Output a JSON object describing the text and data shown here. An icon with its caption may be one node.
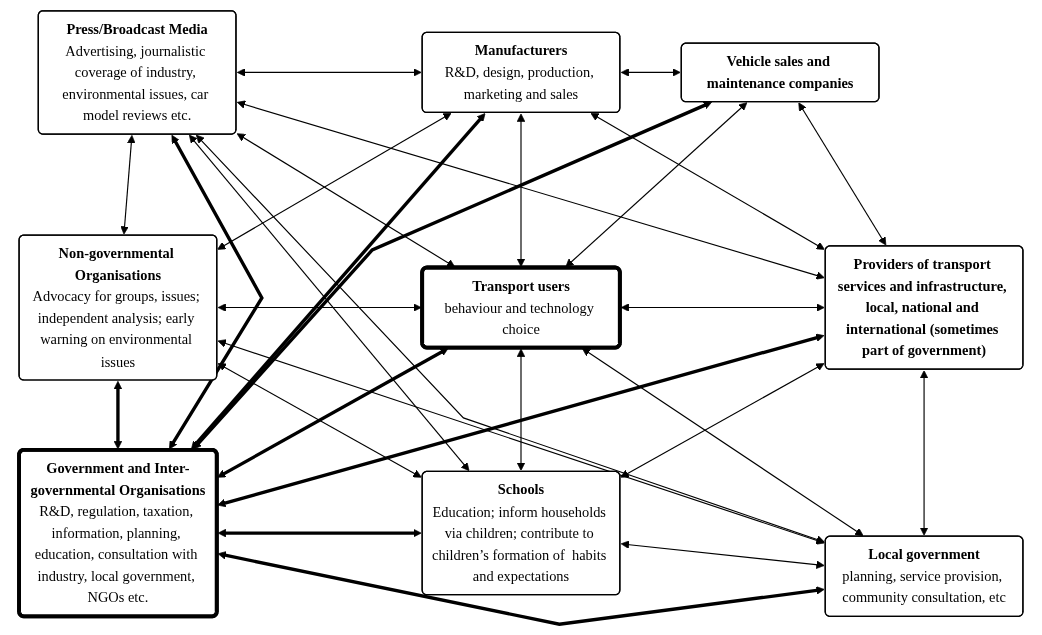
{
  "diagram": {
    "nodes": [
      {
        "text": [
          "Press/Broadcast Media",
          "Advertising, journalistic coverage of industry, environmental issues, car model reviews etc."
        ]
      },
      {
        "text": [
          "Manufacturers",
          "R&D, design, production, marketing and sales"
        ]
      },
      {
        "text": [
          "Vehicle sales and maintenance companies"
        ]
      },
      {
        "text": [
          "Non-governmental Organisations",
          "Advocacy for groups, issues; independent analysis; early warning on environmental issues"
        ]
      },
      {
        "text": [
          "Transport users",
          "behaviour and technology choice"
        ]
      },
      {
        "text": [
          "Providers of transport services and infrastructure, local, national and international (sometimes part of government)"
        ]
      },
      {
        "text": [
          "Government and Inter-governmental Organisations",
          "R&D, regulation, taxation, information, planning, education, consultation with industry, local government, NGOs etc."
        ]
      },
      {
        "text": [
          "Schools",
          "Education; inform households via children; contribute to children’s formation of  habits and expectations"
        ]
      },
      {
        "text": [
          "Local government",
          "planning, service provision, community consultation, etc"
        ]
      }
    ],
    "edges": [
      {
        "from": 0,
        "to": 1,
        "arrow": "both"
      },
      {
        "from": 0,
        "to": 3,
        "arrow": "both"
      },
      {
        "from": 0,
        "to": 4,
        "arrow": "both"
      },
      {
        "from": 0,
        "to": 7,
        "arrow": "both"
      },
      {
        "from": 0,
        "to": 5,
        "arrow": "both"
      },
      {
        "from": 0,
        "to": 6,
        "arrow": "both",
        "style": "thick"
      },
      {
        "from": 0,
        "to": 8,
        "arrow": "both"
      },
      {
        "from": 1,
        "to": 2,
        "arrow": "both"
      },
      {
        "from": 1,
        "to": 3,
        "arrow": "both"
      },
      {
        "from": 1,
        "to": 6,
        "arrow": "both",
        "style": "thick"
      },
      {
        "from": 1,
        "to": 5,
        "arrow": "both"
      },
      {
        "from": 1,
        "to": 4,
        "arrow": "both"
      },
      {
        "from": 2,
        "to": 6,
        "arrow": "both",
        "style": "thick"
      },
      {
        "from": 2,
        "to": 4,
        "arrow": "both"
      },
      {
        "from": 2,
        "to": 5,
        "arrow": "both"
      },
      {
        "from": 3,
        "to": 4,
        "arrow": "both"
      },
      {
        "from": 3,
        "to": 6,
        "arrow": "both",
        "style": "thick"
      },
      {
        "from": 3,
        "to": 8,
        "arrow": "both"
      },
      {
        "from": 3,
        "to": 7,
        "arrow": "both"
      },
      {
        "from": 4,
        "to": 6,
        "arrow": "both",
        "style": "thick"
      },
      {
        "from": 4,
        "to": 5,
        "arrow": "both"
      },
      {
        "from": 4,
        "to": 7,
        "arrow": "both"
      },
      {
        "from": 4,
        "to": 8,
        "arrow": "both"
      },
      {
        "from": 5,
        "to": 6,
        "arrow": "both",
        "style": "thick"
      },
      {
        "from": 5,
        "to": 7,
        "arrow": "both"
      },
      {
        "from": 5,
        "to": 8,
        "arrow": "both"
      },
      {
        "from": 6,
        "to": 7,
        "arrow": "both",
        "style": "thick"
      },
      {
        "from": 6,
        "to": 8,
        "arrow": "both",
        "style": "thick"
      },
      {
        "from": 7,
        "to": 8,
        "arrow": "both"
      }
    ]
  }
}
